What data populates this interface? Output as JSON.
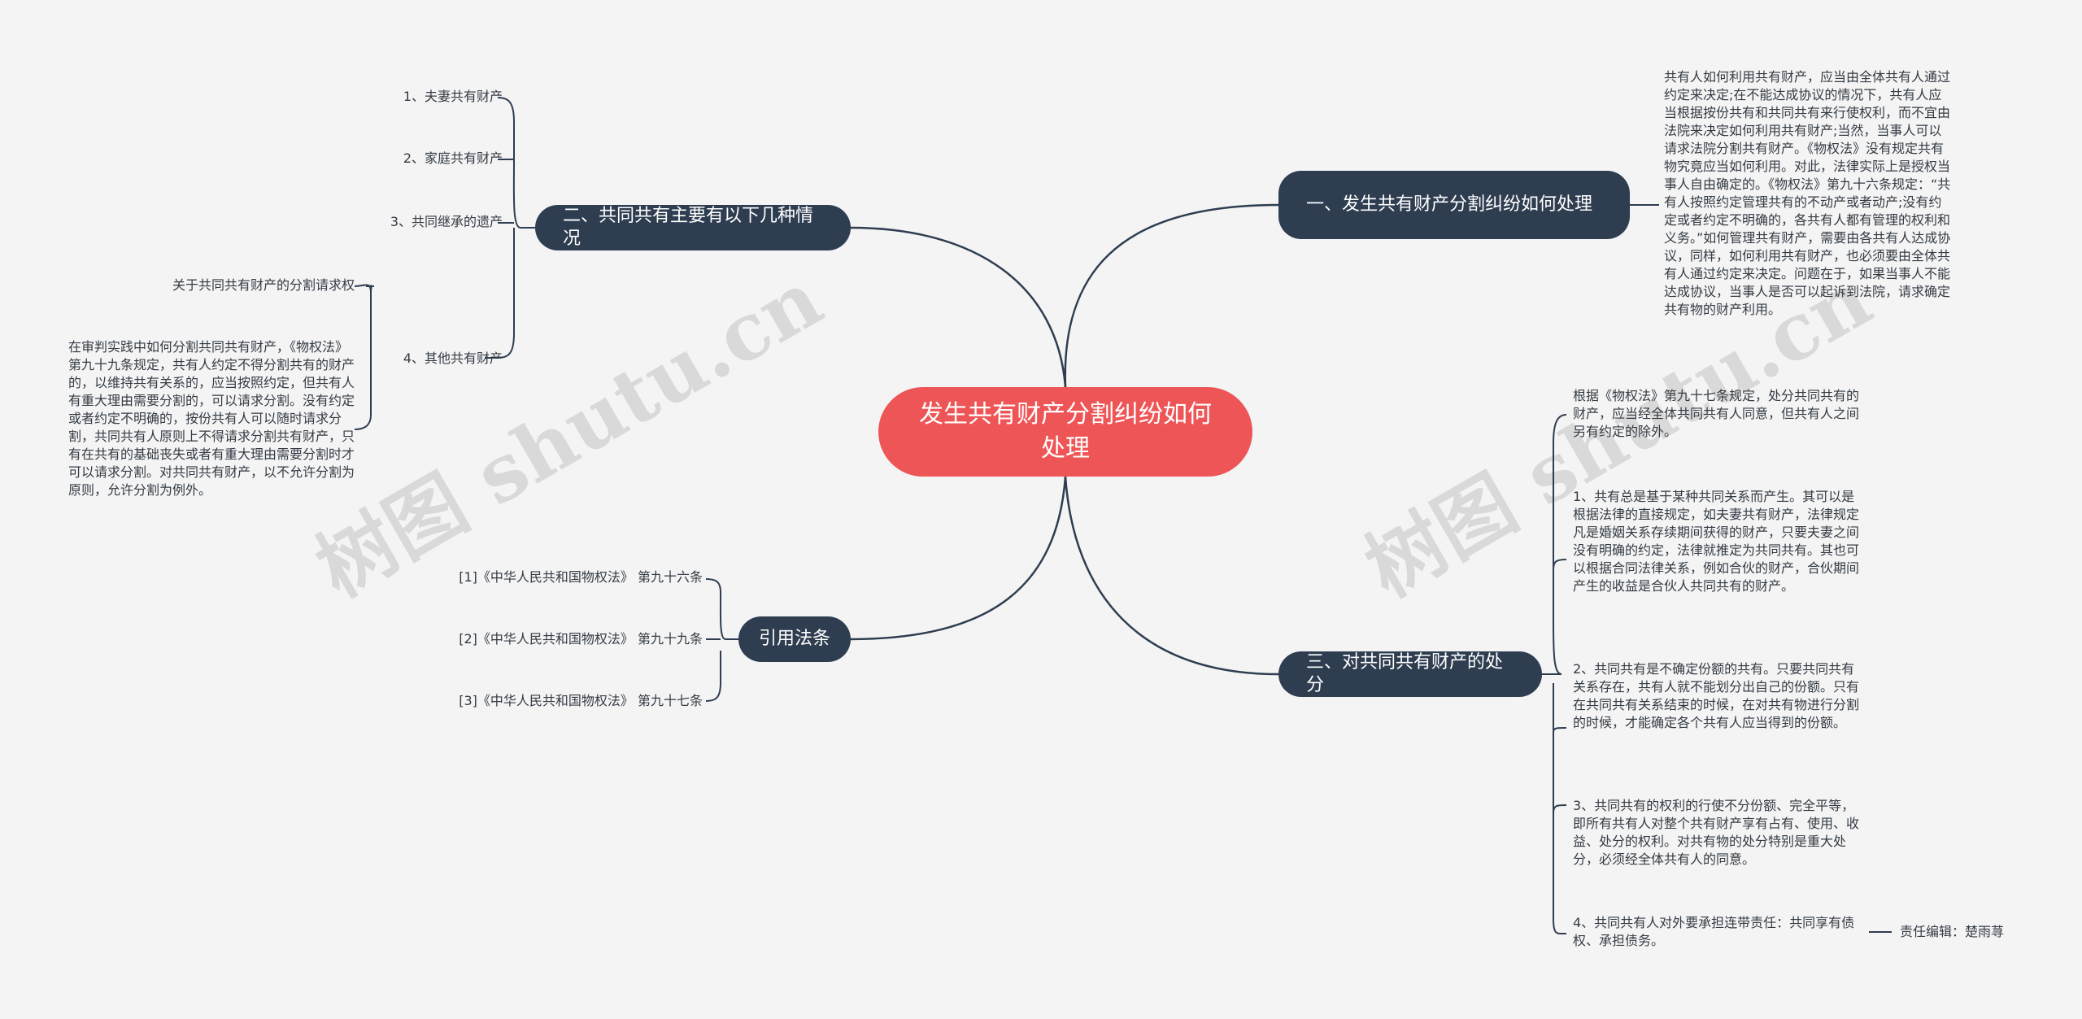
{
  "watermark": "树图 shutu.cn",
  "root": {
    "label": "发生共有财产分割纠纷如何处理"
  },
  "branch1": {
    "label": "一、发生共有财产分割纠纷如何处理",
    "text": "共有人如何利用共有财产，应当由全体共有人通过约定来决定;在不能达成协议的情况下，共有人应当根据按份共有和共同共有来行使权利，而不宜由法院来决定如何利用共有财产;当然，当事人可以请求法院分割共有财产。《物权法》没有规定共有物究竟应当如何利用。对此，法律实际上是授权当事人自由确定的。《物权法》第九十六条规定：“共有人按照约定管理共有的不动产或者动产;没有约定或者约定不明确的，各共有人都有管理的权利和义务。”如何管理共有财产，需要由各共有人达成协议，同样，如何利用共有财产，也必须要由全体共有人通过约定来决定。问题在于，如果当事人不能达成协议，当事人是否可以起诉到法院，请求确定共有物的财产利用。"
  },
  "branch2": {
    "label": "二、共同共有主要有以下几种情况",
    "items": [
      "1、夫妻共有财产",
      "2、家庭共有财产",
      "3、共同继承的遗产",
      "4、其他共有财产"
    ],
    "sub_label": "关于共同共有财产的分割请求权",
    "sub_text": "在审判实践中如何分割共同共有财产，《物权法》第九十九条规定，共有人约定不得分割共有的财产的，以维持共有关系的，应当按照约定，但共有人有重大理由需要分割的，可以请求分割。没有约定或者约定不明确的，按份共有人可以随时请求分割，共同共有人原则上不得请求分割共有财产，只有在共有的基础丧失或者有重大理由需要分割时才可以请求分割。对共同共有财产，以不允许分割为原则，允许分割为例外。"
  },
  "branch3": {
    "label": "三、对共同共有财产的处分",
    "items": [
      "根据《物权法》第九十七条规定，处分共同共有的财产，应当经全体共同共有人同意，但共有人之间另有约定的除外。",
      "1、共有总是基于某种共同关系而产生。其可以是根据法律的直接规定，如夫妻共有财产，法律规定凡是婚姻关系存续期间获得的财产，只要夫妻之间没有明确的约定，法律就推定为共同共有。其也可以根据合同法律关系，例如合伙的财产，合伙期间产生的收益是合伙人共同共有的财产。",
      "2、共同共有是不确定份额的共有。只要共同共有关系存在，共有人就不能划分出自己的份额。只有在共同共有关系结束的时候，在对共有物进行分割的时候，才能确定各个共有人应当得到的份额。",
      "3、共同共有的权利的行使不分份额、完全平等，即所有共有人对整个共有财产享有占有、使用、收益、处分的权利。对共有物的处分特别是重大处分，必须经全体共有人的同意。",
      "4、共同共有人对外要承担连带责任：共同享有债权、承担债务。"
    ],
    "credit": "责任编辑：楚雨荨"
  },
  "branch4": {
    "label": "引用法条",
    "items": [
      "[1]《中华人民共和国物权法》 第九十六条",
      "[2]《中华人民共和国物权法》 第九十九条",
      "[3]《中华人民共和国物权法》 第九十七条"
    ]
  },
  "colors": {
    "root": "#ee5556",
    "main": "#2e3d50",
    "line": "#2e3d50",
    "background": "#f4f4f4"
  }
}
